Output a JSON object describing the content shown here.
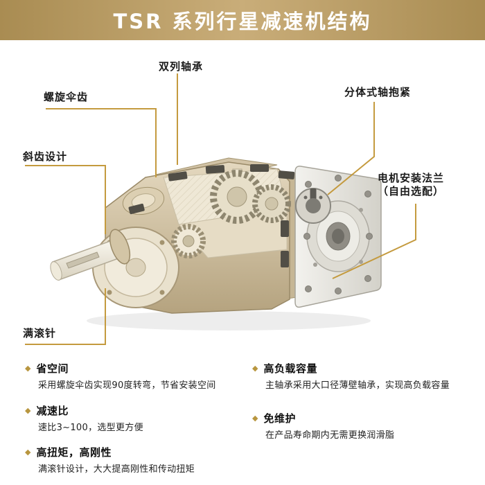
{
  "header": {
    "title": "TSR 系列行星减速机结构"
  },
  "icons": {
    "bullet": "◆"
  },
  "colors": {
    "banner_gold": "#b2945c",
    "callout_line_gold": "#c49a3e",
    "bullet_gold": "#b8963f",
    "housing_beige": "#c9b896",
    "flange_gray": "#e0dED6"
  },
  "callouts": {
    "double_row_bearing": "双列轴承",
    "spiral_bevel_gear": "螺旋伞齿",
    "helical_gear_design": "斜齿设计",
    "split_shaft_clamp": "分体式轴抱紧",
    "motor_flange_line1": "电机安装法兰",
    "motor_flange_line2": "（自由选配）",
    "full_needle_roller": "满滚针"
  },
  "features": {
    "left": [
      {
        "title": "省空间",
        "desc": "采用螺旋伞齿实现90度转弯，节省安装空间"
      },
      {
        "title": "减速比",
        "desc": "速比3~100，选型更方便"
      },
      {
        "title": "高扭矩，高刚性",
        "desc": "满滚针设计，大大提高刚性和传动扭矩"
      }
    ],
    "right": [
      {
        "title": "高负载容量",
        "desc": "主轴承采用大口径薄壁轴承，实现高负载容量"
      },
      {
        "title": "免维护",
        "desc": "在产品寿命期内无需更换润滑脂"
      }
    ]
  }
}
